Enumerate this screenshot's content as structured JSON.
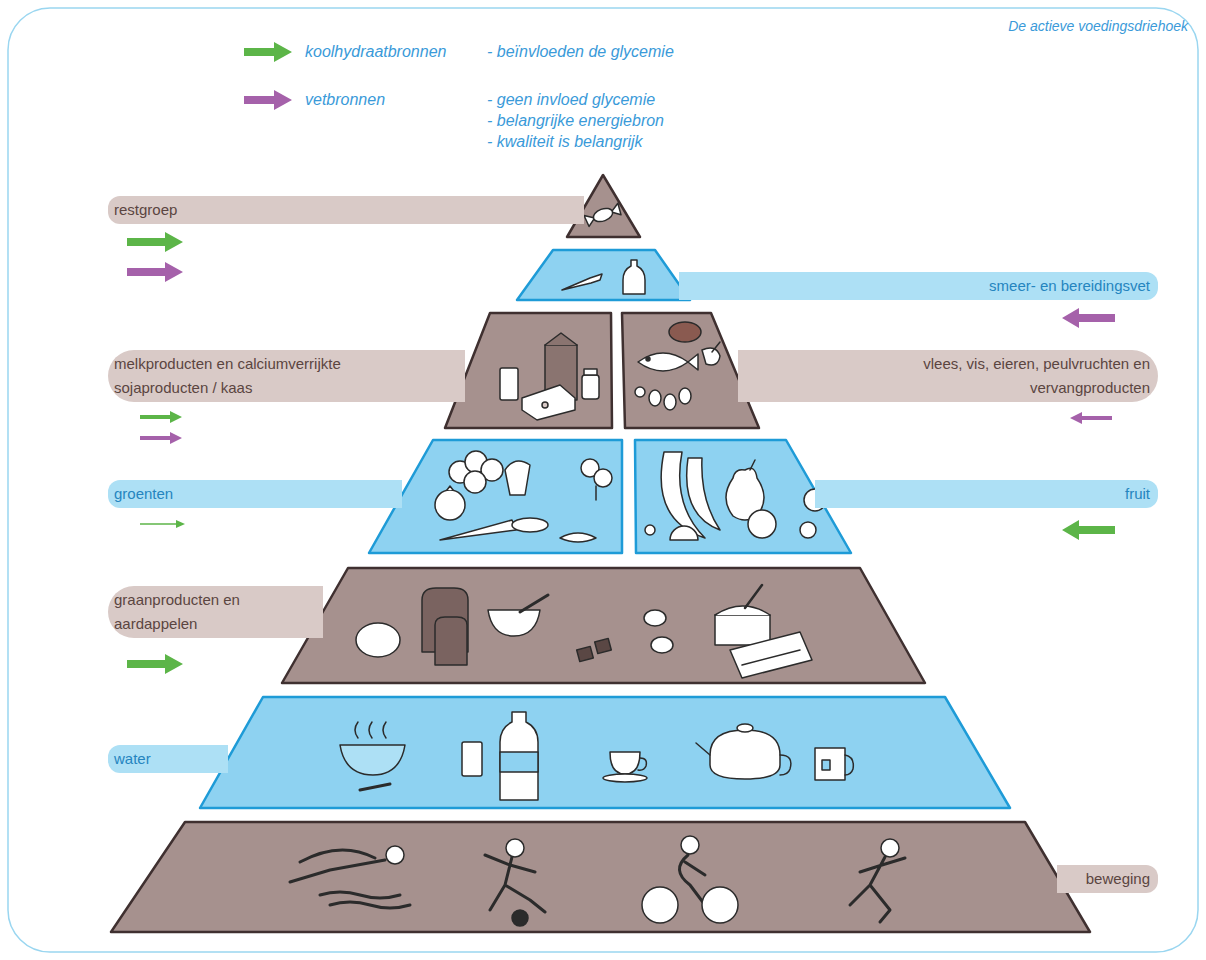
{
  "diagram": {
    "title": "De actieve voedingsdriehoek",
    "nodes": [
      {
        "text": [
          "restgroep"
        ]
      },
      {
        "text": [
          "smeer- en bereidingsvet"
        ]
      },
      {
        "text": [
          "melkproducten en calciumverrijkte sojaproducten / kaas"
        ]
      },
      {
        "text": [
          "vlees, vis, eieren, peulvruchten en vervangproducten"
        ]
      },
      {
        "text": [
          "groenten"
        ]
      },
      {
        "text": [
          "fruit"
        ]
      },
      {
        "text": [
          "graanproducten en aardappelen"
        ]
      },
      {
        "text": [
          "water"
        ]
      },
      {
        "text": [
          "beweging"
        ]
      }
    ],
    "labels": [
      "- beïnvloeden de glycemie",
      "- geen invloed glycemie",
      "- belangrijke energiebron",
      "- kwaliteit is belangrijk"
    ],
    "legend": [
      {
        "text": "koolhydraatbronnen",
        "color": "#5cb548"
      },
      {
        "text": "vetbronnen",
        "color": "#a561aa"
      }
    ]
  }
}
